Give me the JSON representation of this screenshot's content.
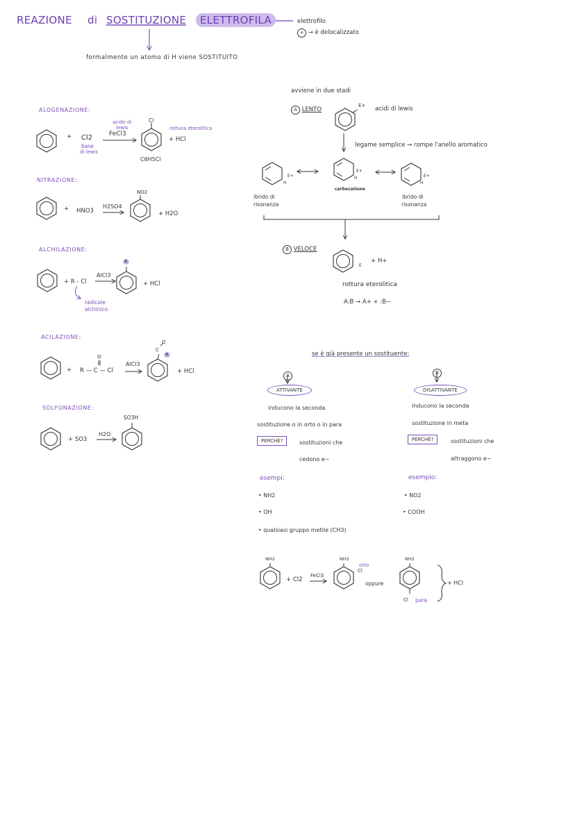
{
  "header": {
    "word_reazione": "REAZIONE",
    "word_di": "di",
    "word_sostituzione": "SOSTITUZIONE",
    "word_elettrofila": "ELETTROFILA",
    "side_elettrofilo": "elettrofilo",
    "side_plus": "+",
    "side_delocalizzato": "→ è delocalizzato",
    "subtitle": "formalmente un atomo di H viene SOSTITUITO"
  },
  "alogenazione": {
    "label": "ALOGENAZIONE:",
    "plus": "+",
    "cl2": "Cl2",
    "base": "base",
    "di_lewis": "di lewis",
    "acido": "acido di",
    "acido2": "lewis",
    "fecl3": "FeCl3",
    "cl": "Cl",
    "rottura": "rottura eterolitica",
    "product": "+ HCl",
    "formula": "C6H5Cl"
  },
  "nitrazione": {
    "label": "NITRAZIONE:",
    "plus": "+",
    "hno3": "HNO3",
    "h2so4": "H2SO4",
    "no2": "NO2",
    "product": "+ H2O"
  },
  "alchilazione": {
    "label": "ALCHILAZIONE:",
    "reagent": "+ R - Cl",
    "alcl3": "AlCl3",
    "r": "R",
    "product": "+ HCl",
    "radicale": "radicale",
    "alchinico": "alchinico"
  },
  "acilazione": {
    "label": "ACILAZIONE:",
    "plus": "+",
    "reagent": "R — C — Cl",
    "o": "O",
    "alcl3": "AlCl3",
    "c": "C",
    "r": "R",
    "product": "+ HCl"
  },
  "solfonazione": {
    "label": "SOLFONAZIONE:",
    "reagent": "+ SO3",
    "h2o": "H2O",
    "so3h": "SO3H"
  },
  "mechanism": {
    "intro": "avviene in due stadi",
    "a": "A",
    "lento": "LENTO",
    "e_plus": "E+",
    "acidi": "acidi di lewis",
    "legame": "legame semplice → rompe l'anello aromatico",
    "e_left": "E+",
    "h_left": "H",
    "e_mid": "E+",
    "h_mid": "H",
    "carbocatione": "carbocatione",
    "e_right": "E+",
    "h_right": "H",
    "ibrido": "ibrido di",
    "risonanza": "risonanza",
    "ibrido_r": "ibrido di",
    "risonanza_r": "risonanza",
    "b": "B",
    "veloce": "VELOCE",
    "e_sub": "E",
    "plus_h": "+ H+",
    "rottura": "rottura eterolitica",
    "equation": "A:B → A+ + :B−"
  },
  "substituents": {
    "header": "se è già presente un sostituente:",
    "a": "A",
    "b": "B",
    "attivante": "ATTIVANTE",
    "disattivante": "DISATTIVANTE",
    "a_line1": "inducono la seconda",
    "a_line2": "sostituzione o in orto o in para",
    "b_line1": "inducono la seconda",
    "b_line2": "sostituzione in meta",
    "perche": "PERCHÈ?",
    "a_why1": "sostituzioni che",
    "a_why2": "cedono e−",
    "b_why1": "sostituzioni che",
    "b_why2": "attraggono e−",
    "esempi": "esempi:",
    "esempio": "esempio:",
    "a_ex": [
      "• NH2",
      "• OH",
      "• qualsiasi gruppo metile (CH3)"
    ],
    "b_ex": [
      "• NO2",
      "• COOH"
    ]
  },
  "example": {
    "nh2_1": "NH2",
    "nh2_2": "NH2",
    "nh2_3": "NH2",
    "plus_cl2": "+ Cl2",
    "fecl3": "FeCl3",
    "orto": "orto",
    "cl_orto": "Cl",
    "oppure": "oppure",
    "cl_para": "Cl",
    "para": "para",
    "hcl": "+ HCl"
  }
}
